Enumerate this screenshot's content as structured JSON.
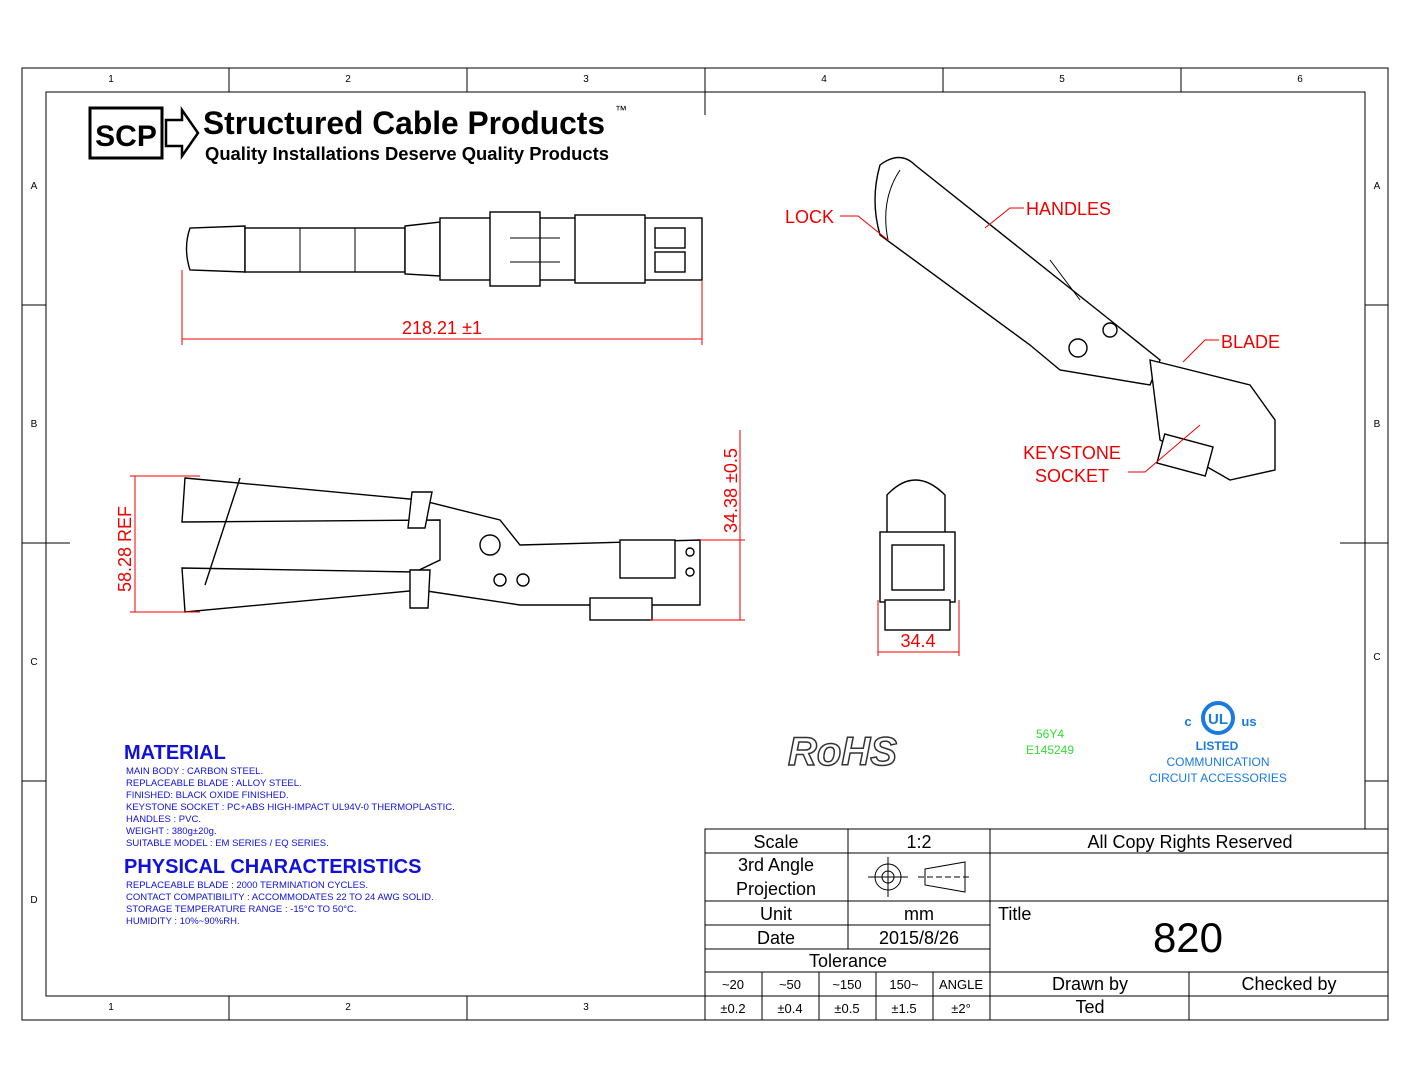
{
  "zones": {
    "columns": [
      "1",
      "2",
      "3",
      "4",
      "5",
      "6"
    ],
    "rows": [
      "A",
      "B",
      "C",
      "D"
    ]
  },
  "logo": {
    "mark": "SCP",
    "company": "Structured Cable Products",
    "tm": "™",
    "tagline": "Quality Installations Deserve Quality Products"
  },
  "dimensions": {
    "length": "218.21 ±1",
    "height_ref": "58.28 REF",
    "height": "34.38 ±0.5",
    "width": "34.4"
  },
  "callouts": {
    "lock": "LOCK",
    "handles": "HANDLES",
    "blade": "BLADE",
    "keystone_1": "KEYSTONE",
    "keystone_2": "SOCKET"
  },
  "certs": {
    "rohs": "RoHS",
    "ul_code": "56Y4",
    "ul_file": "E145249",
    "ul_c": "c",
    "ul_us": "us",
    "ul_mark": "UL",
    "ul_listed": "LISTED",
    "ul_cat_1": "COMMUNICATION",
    "ul_cat_2": "CIRCUIT ACCESSORIES"
  },
  "material": {
    "heading": "MATERIAL",
    "lines": [
      "MAIN BODY : CARBON STEEL.",
      "REPLACEABLE BLADE : ALLOY STEEL.",
      "FINISHED: BLACK OXIDE FINISHED.",
      "KEYSTONE SOCKET : PC+ABS HIGH-IMPACT UL94V-0 THERMOPLASTIC.",
      "HANDLES : PVC.",
      "WEIGHT : 380g±20g.",
      "SUITABLE MODEL : EM SERIES / EQ SERIES."
    ]
  },
  "physical": {
    "heading": "PHYSICAL CHARACTERISTICS",
    "lines": [
      "REPLACEABLE BLADE : 2000 TERMINATION CYCLES.",
      "CONTACT COMPATIBILITY : ACCOMMODATES 22 TO 24 AWG SOLID.",
      "STORAGE TEMPERATURE RANGE : -15°C TO 50°C.",
      "HUMIDITY : 10%~90%RH."
    ]
  },
  "title_block": {
    "scale_label": "Scale",
    "scale_value": "1:2",
    "projection_1": "3rd Angle",
    "projection_2": "Projection",
    "unit_label": "Unit",
    "unit_value": "mm",
    "date_label": "Date",
    "date_value": "2015/8/26",
    "tolerance_label": "Tolerance",
    "tolerance_ranges": [
      "~20",
      "~50",
      "~150",
      "150~",
      "ANGLE"
    ],
    "tolerance_values": [
      "±0.2",
      "±0.4",
      "±0.5",
      "±1.5",
      "±2°"
    ],
    "copyright": "All Copy Rights Reserved",
    "title_label": "Title",
    "title_value": "820",
    "drawn_by_label": "Drawn by",
    "drawn_by_value": "Ted",
    "checked_by_label": "Checked by",
    "checked_by_value": ""
  }
}
